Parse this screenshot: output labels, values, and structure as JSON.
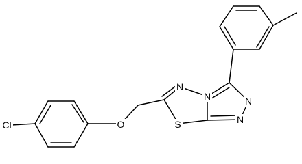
{
  "molecule": {
    "atoms": {
      "cl": "Cl",
      "o": "O",
      "s": "S",
      "n1": "N",
      "n2": "N",
      "n3": "N",
      "n4": "N"
    }
  }
}
